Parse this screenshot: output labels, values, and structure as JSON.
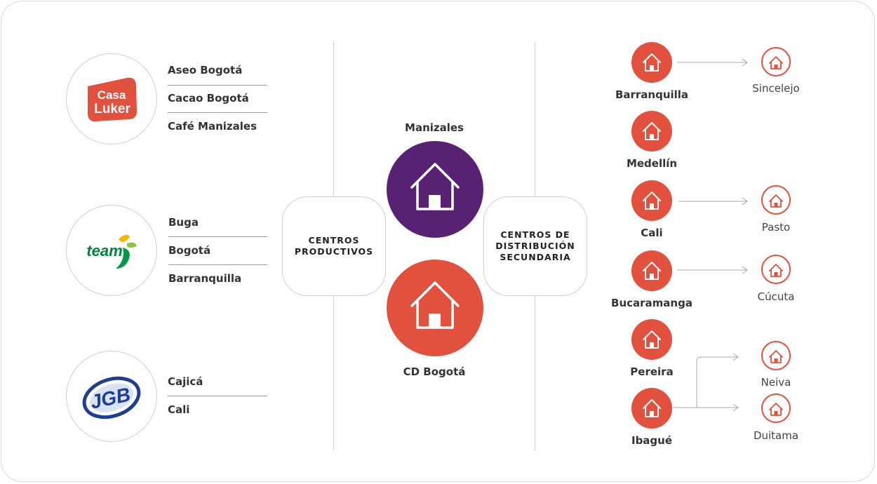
{
  "colors": {
    "purple": "#582272",
    "red": "#e1513d",
    "border": "#cfcfcf",
    "text": "#333333"
  },
  "producers": [
    {
      "brand": "casa-luker",
      "logo_text": [
        "Casa",
        "Luker"
      ],
      "cities": [
        "Aseo Bogotá",
        "Cacao Bogotá",
        "Café Manizales"
      ]
    },
    {
      "brand": "team",
      "logo_text": [
        "team"
      ],
      "cities": [
        "Buga",
        "Bogotá",
        "Barranquilla"
      ]
    },
    {
      "brand": "jgb",
      "logo_text": [
        "JGB"
      ],
      "cities": [
        "Cajicá",
        "Cali"
      ]
    }
  ],
  "pill_left": {
    "line1": "CENTROS",
    "line2": "PRODUCTIVOS"
  },
  "pill_right": {
    "line1": "CENTROS DE",
    "line2": "DISTRIBUCIÓN",
    "line3": "SECUNDARIA"
  },
  "hubs": {
    "top": {
      "label": "Manizales",
      "icon": "house-icon"
    },
    "bottom": {
      "label": "CD Bogotá",
      "icon": "house-icon"
    }
  },
  "secondary_centers": [
    {
      "label": "Barranquilla"
    },
    {
      "label": "Medellín"
    },
    {
      "label": "Cali"
    },
    {
      "label": "Bucaramanga"
    },
    {
      "label": "Pereira"
    },
    {
      "label": "Ibagué"
    }
  ],
  "destinations": [
    {
      "label": "Sincelejo"
    },
    {
      "label": "Pasto"
    },
    {
      "label": "Cúcuta"
    },
    {
      "label": "Neiva"
    },
    {
      "label": "Duitama"
    }
  ]
}
